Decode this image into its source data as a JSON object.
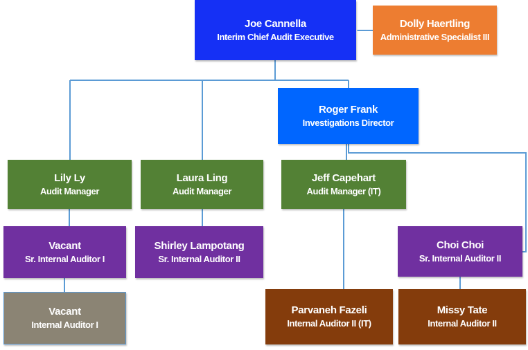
{
  "chart_title": "",
  "colors": {
    "connector": "#5b9bd5",
    "executive": "#1530f5",
    "admin": "#ed7d31",
    "director": "#0066ff",
    "manager": "#538135",
    "senior_auditor": "#7030a0",
    "vacant_auditor": "#8b8474",
    "auditor": "#843c0c"
  },
  "nodes": {
    "joe": {
      "name": "Joe Cannella",
      "title": "Interim Chief Audit Executive",
      "reports_to": null
    },
    "dolly": {
      "name": "Dolly Haertling",
      "title": "Administrative Specialist III",
      "reports_to": "joe"
    },
    "roger": {
      "name": "Roger Frank",
      "title": "Investigations Director",
      "reports_to": "joe"
    },
    "lily": {
      "name": "Lily Ly",
      "title": "Audit Manager",
      "reports_to": "joe"
    },
    "laura": {
      "name": "Laura Ling",
      "title": "Audit Manager",
      "reports_to": "joe"
    },
    "jeff": {
      "name": "Jeff Capehart",
      "title": "Audit Manager (IT)",
      "reports_to": "roger"
    },
    "vacant1": {
      "name": "Vacant",
      "title": "Sr. Internal Auditor I",
      "reports_to": "lily"
    },
    "shirley": {
      "name": "Shirley Lampotang",
      "title": "Sr. Internal Auditor II",
      "reports_to": "laura"
    },
    "choi": {
      "name": "Choi Choi",
      "title": "Sr. Internal Auditor II",
      "reports_to": "roger"
    },
    "vacant2": {
      "name": "Vacant",
      "title": "Internal Auditor I",
      "reports_to": "vacant1"
    },
    "parvaneh": {
      "name": "Parvaneh Fazeli",
      "title": "Internal Auditor II (IT)",
      "reports_to": "jeff"
    },
    "missy": {
      "name": "Missy Tate",
      "title": "Internal Auditor II",
      "reports_to": "choi"
    }
  }
}
